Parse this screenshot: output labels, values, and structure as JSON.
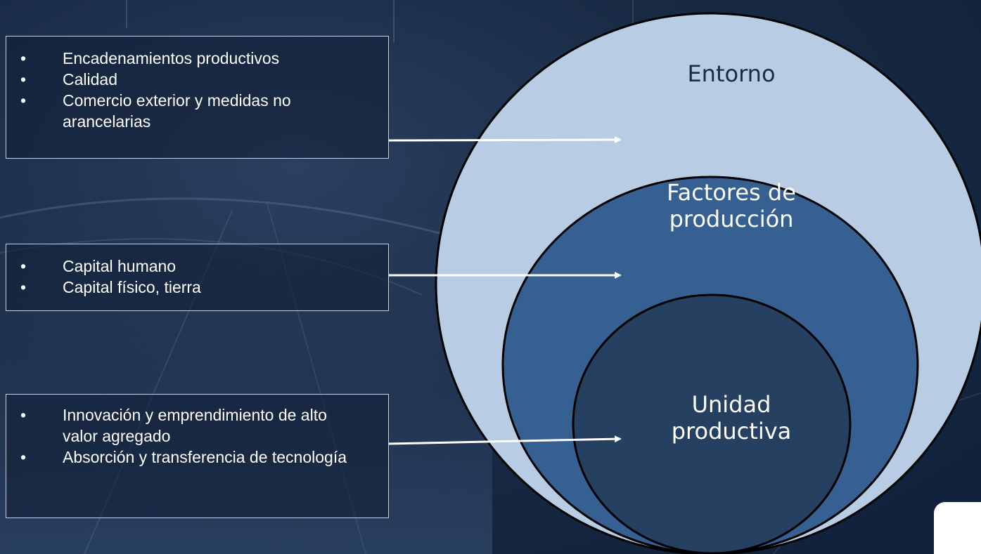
{
  "diagram": {
    "circles": [
      {
        "label": "Entorno"
      },
      {
        "label": "Factores de\nproducción"
      },
      {
        "label": "Unidad\nproductiva"
      }
    ],
    "boxes": [
      {
        "items": [
          "Encadenamientos productivos",
          "Calidad",
          "Comercio exterior y medidas no arancelarias"
        ]
      },
      {
        "items": [
          "Capital humano",
          "Capital físico, tierra"
        ]
      },
      {
        "items": [
          "Innovación y emprendimiento de alto valor agregado",
          "Absorción y transferencia de tecnología"
        ]
      }
    ],
    "bullet_glyph": "•",
    "colors": {
      "outer_circle": "#b8cce4",
      "middle_circle": "#376092",
      "inner_circle": "#254061",
      "arrow": "#ffffff",
      "background": "#182a44"
    }
  }
}
